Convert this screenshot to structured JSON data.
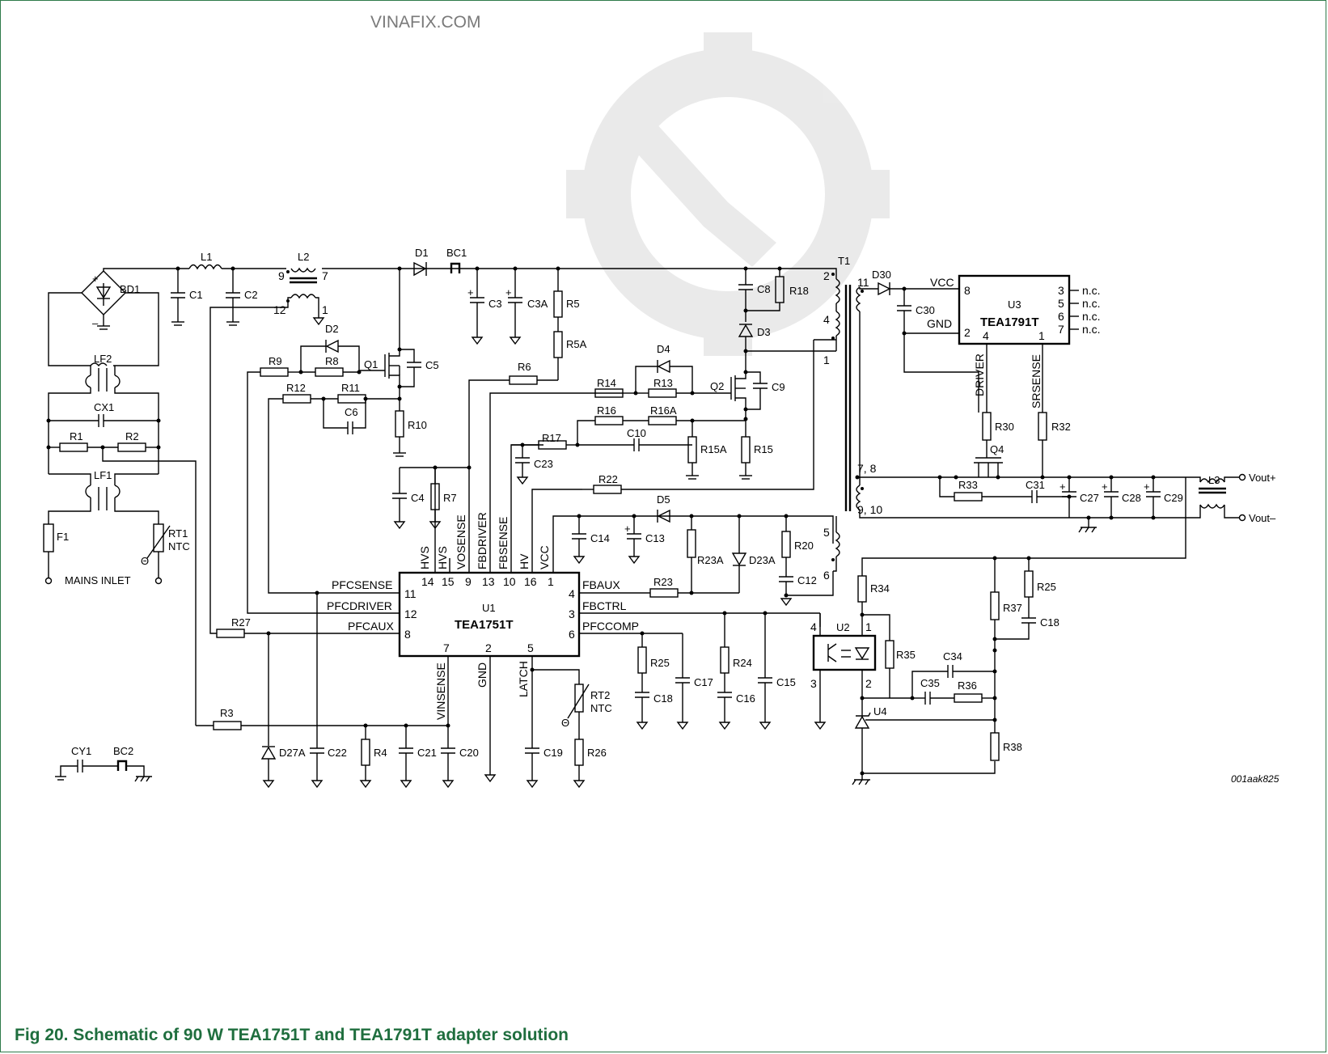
{
  "watermark": {
    "text": "VINAFIX.COM"
  },
  "caption": {
    "text": "Fig 20.   Schematic of 90 W TEA1751T and TEA1791T adapter solution"
  },
  "figure_code": "001aak825",
  "labels": {
    "mains_inlet": "MAINS INLET",
    "vout_plus": "Vout+",
    "vout_minus": "Vout–",
    "ntc": "NTC",
    "theta": "Θ",
    "nc": "n.c."
  },
  "u1": {
    "ref": "U1",
    "name": "TEA1751T",
    "top_pins": [
      {
        "name": "HVS",
        "num": "14"
      },
      {
        "name": "HVS",
        "num": "15"
      },
      {
        "name": "VOSENSE",
        "num": "9"
      },
      {
        "name": "FBDRIVER",
        "num": "13"
      },
      {
        "name": "FBSENSE",
        "num": "10"
      },
      {
        "name": "HV",
        "num": "16"
      },
      {
        "name": "VCC",
        "num": "1"
      }
    ],
    "left_pins": [
      {
        "name": "PFCSENSE",
        "num": "11"
      },
      {
        "name": "PFCDRIVER",
        "num": "12"
      },
      {
        "name": "PFCAUX",
        "num": "8"
      }
    ],
    "right_pins": [
      {
        "name": "FBAUX",
        "num": "4"
      },
      {
        "name": "FBCTRL",
        "num": "3"
      },
      {
        "name": "PFCCOMP",
        "num": "6"
      }
    ],
    "bottom_pins": [
      {
        "name": "VINSENSE",
        "num": "7"
      },
      {
        "name": "GND",
        "num": "2"
      },
      {
        "name": "LATCH",
        "num": "5"
      }
    ]
  },
  "u3": {
    "ref": "U3",
    "name": "TEA1791T",
    "pins": [
      {
        "name": "VCC",
        "num": "8"
      },
      {
        "name": "GND",
        "num": "2"
      },
      {
        "name": "DRIVER",
        "num": "4"
      },
      {
        "name": "SRSENSE",
        "num": "1"
      },
      {
        "name": "n.c.",
        "num": "3"
      },
      {
        "name": "n.c.",
        "num": "5"
      },
      {
        "name": "n.c.",
        "num": "6"
      },
      {
        "name": "n.c.",
        "num": "7"
      }
    ]
  },
  "u2": {
    "ref": "U2",
    "pins": [
      "4",
      "1",
      "3",
      "2"
    ]
  },
  "transformer": {
    "ref": "T1",
    "pins": [
      "2",
      "4",
      "1",
      "11",
      "7, 8",
      "9, 10",
      "5",
      "6"
    ]
  },
  "components": {
    "bd1": "BD1",
    "l1": "L1",
    "c1": "C1",
    "c2": "C2",
    "l2": "L2",
    "lf2": "LF2",
    "cx1": "CX1",
    "r1": "R1",
    "r2": "R2",
    "lf1": "LF1",
    "f1": "F1",
    "rt1": "RT1",
    "d1": "D1",
    "bc1": "BC1",
    "c3": "C3",
    "c3a": "C3A",
    "r5": "R5",
    "r5a": "R5A",
    "d2": "D2",
    "r9": "R9",
    "r8": "R8",
    "q1": "Q1",
    "c5": "C5",
    "r12": "R12",
    "r11": "R11",
    "c6": "C6",
    "r10": "R10",
    "r6": "R6",
    "c4": "C4",
    "r7": "R7",
    "c8": "C8",
    "r18": "R18",
    "d3": "D3",
    "d4": "D4",
    "r14": "R14",
    "r13": "R13",
    "q2": "Q2",
    "c9": "C9",
    "r16": "R16",
    "r16a": "R16A",
    "r17": "R17",
    "c10": "C10",
    "r15a": "R15A",
    "r15": "R15",
    "c23": "C23",
    "r22": "R22",
    "d5": "D5",
    "c14": "C14",
    "c13": "C13",
    "r23a": "R23A",
    "d23a": "D23A",
    "r20": "R20",
    "c12": "C12",
    "r23": "R23",
    "r27": "R27",
    "r3": "R3",
    "d27a": "D27A",
    "c22": "C22",
    "r4": "R4",
    "c21": "C21",
    "c20": "C20",
    "c19": "C19",
    "rt2": "RT2",
    "r26": "R26",
    "r25a": "R25",
    "c18a": "C18",
    "c17": "C17",
    "r24": "R24",
    "c16": "C16",
    "c15": "C15",
    "d30": "D30",
    "c30": "C30",
    "r30": "R30",
    "r32": "R32",
    "q4": "Q4",
    "r33": "R33",
    "c31": "C31",
    "c27": "C27",
    "c28": "C28",
    "c29": "C29",
    "l3": "L3",
    "r34": "R34",
    "r35": "R35",
    "c34": "C34",
    "c35": "C35",
    "r36": "R36",
    "u4": "U4",
    "r37": "R37",
    "r25b": "R25",
    "c18b": "C18",
    "r38": "R38",
    "cy1": "CY1",
    "bc2": "BC2"
  },
  "legend_marks": {
    "plus": "+",
    "minus": "–"
  }
}
